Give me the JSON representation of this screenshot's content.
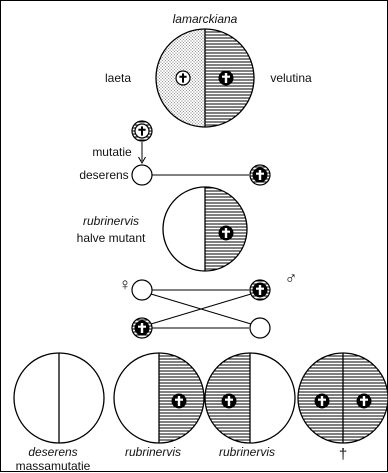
{
  "labels": {
    "lamarckiana": "lamarckiana",
    "laeta": "laeta",
    "velutina": "velutina",
    "mutatie": "mutatie",
    "deserens": "deserens",
    "rubrinervis_top": "rubrinervis",
    "halve_mutant": "halve mutant",
    "female_symbol": "♀",
    "male_symbol": "♂",
    "bottom_deserens": "deserens",
    "massamutatie": "massamutatie",
    "bottom_rubrinervis_1": "rubrinervis",
    "bottom_rubrinervis_2": "rubrinervis",
    "dagger": "†"
  },
  "colors": {
    "line": "#000000",
    "hatch": "#000000",
    "stipple": "#555555",
    "background": "#ffffff"
  },
  "icons": {
    "cross_badge": "dagger-cross-icon"
  }
}
